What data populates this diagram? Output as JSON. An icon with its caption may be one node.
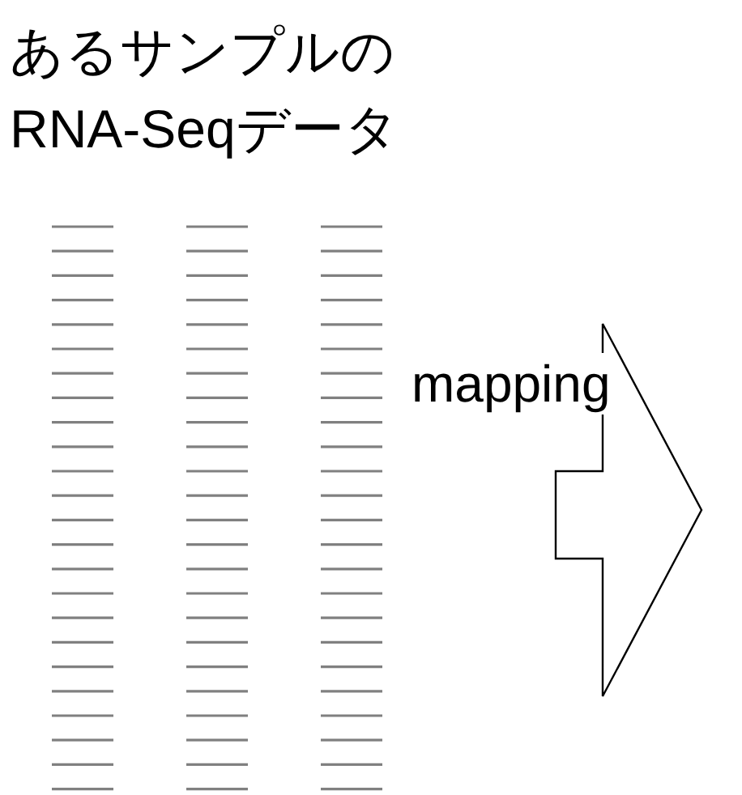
{
  "diagram": {
    "nodes": [
      {
        "text": [
          "あるサンプルのRNA-Seqデータ"
        ]
      },
      {
        "text": [],
        "shape": "arrow",
        "beside": [
          "mapping"
        ]
      }
    ]
  }
}
